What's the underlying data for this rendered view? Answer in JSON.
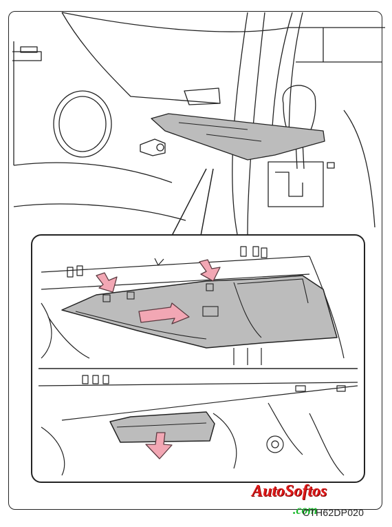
{
  "figure_code": "CTH62DP020",
  "watermark": {
    "brand": "AutoSoftos",
    "suffix": ".com"
  },
  "colors": {
    "arrow_fill": "#f2a7b4",
    "arrow_stroke": "#5a3a40",
    "panel_fill": "#bcbcbc",
    "line": "#222222"
  }
}
